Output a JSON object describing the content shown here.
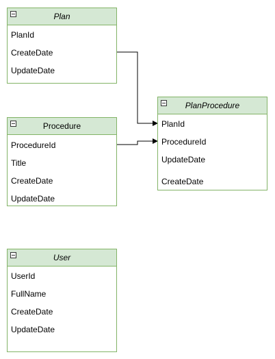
{
  "entities": {
    "plan": {
      "title": "Plan",
      "fields": [
        "PlanId",
        "CreateDate",
        "UpdateDate"
      ]
    },
    "procedure": {
      "title": "Procedure",
      "fields": [
        "ProcedureId",
        "Title",
        "CreateDate",
        "UpdateDate"
      ]
    },
    "plan_procedure": {
      "title": "PlanProcedure",
      "fields": [
        "PlanId",
        "ProcedureId",
        "UpdateDate",
        "CreateDate"
      ]
    },
    "user": {
      "title": "User",
      "fields": [
        "UserId",
        "FullName",
        "CreateDate",
        "UpdateDate"
      ]
    }
  },
  "colors": {
    "header_fill": "#d5e8d4",
    "border": "#82b366",
    "connector": "#000000"
  },
  "relations": [
    {
      "from": "Plan.CreateDate",
      "to": "PlanProcedure.PlanId"
    },
    {
      "from": "Procedure.ProcedureId",
      "to": "PlanProcedure.ProcedureId"
    }
  ]
}
